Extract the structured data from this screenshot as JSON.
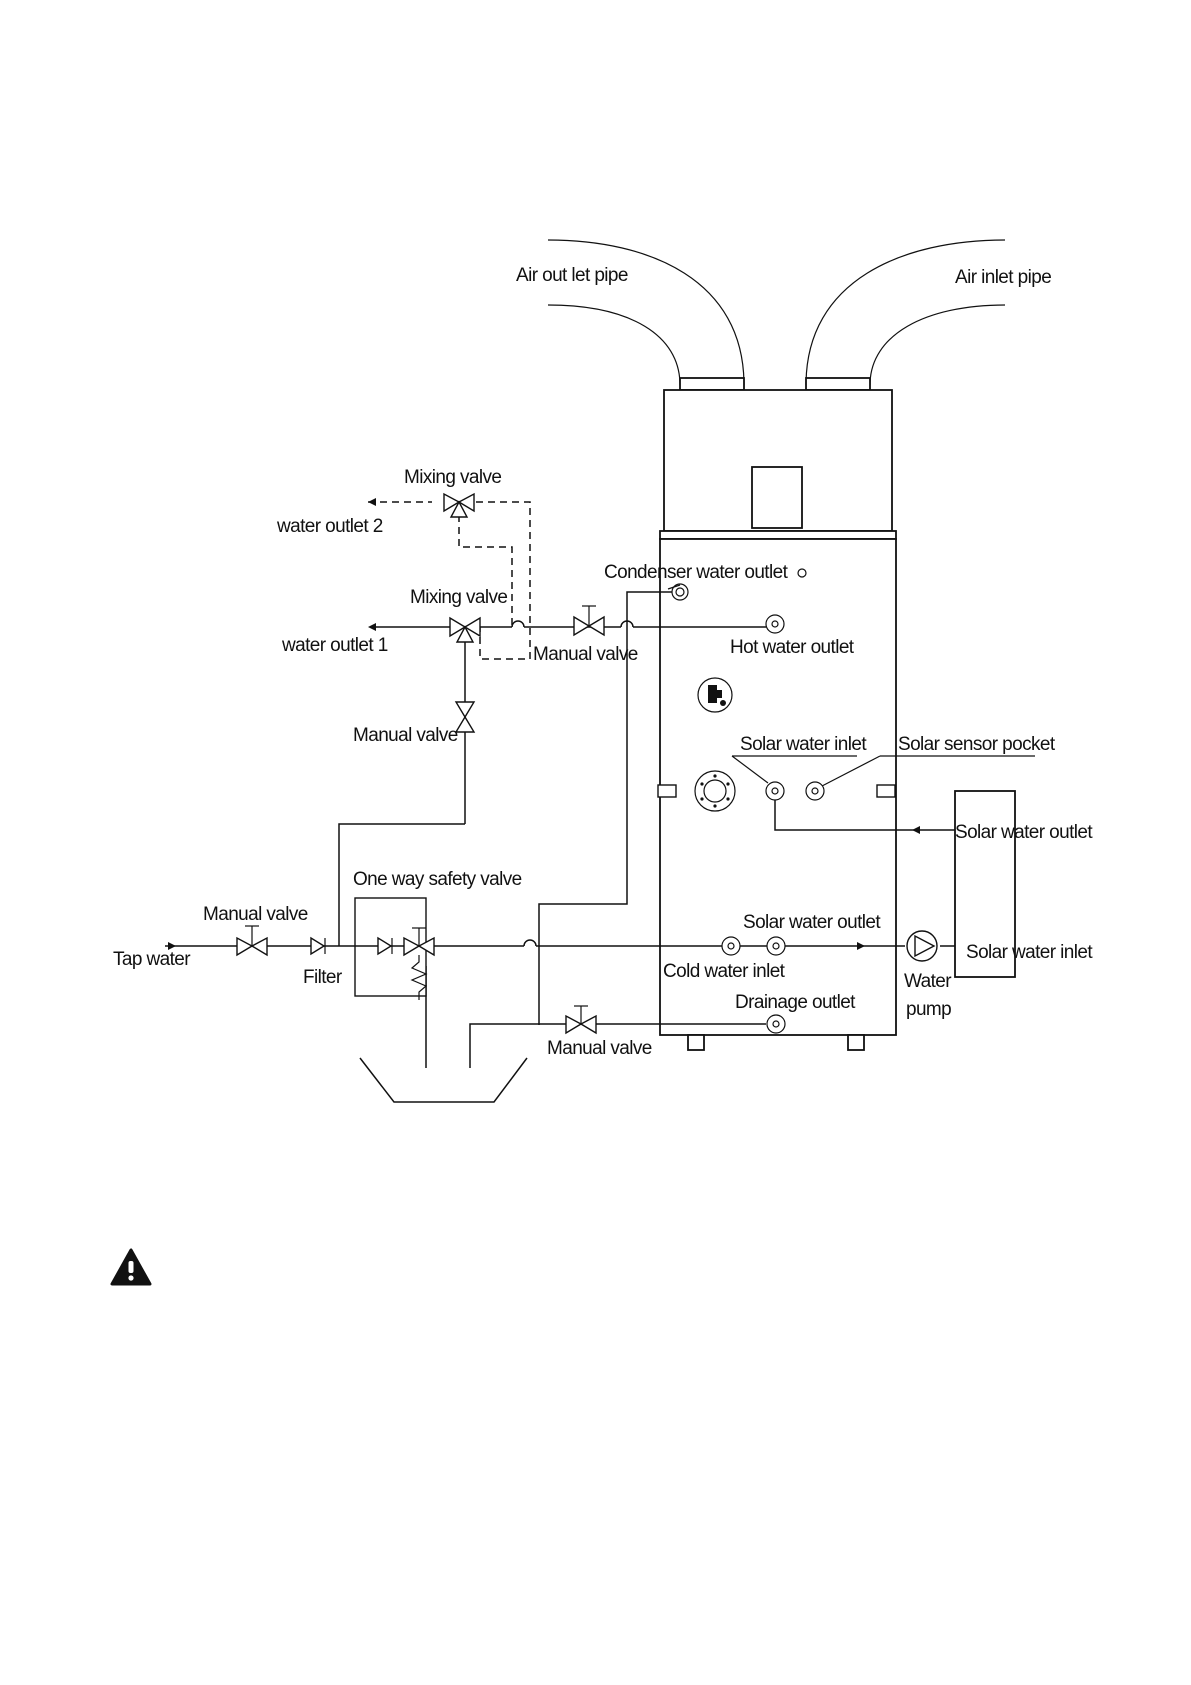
{
  "labels": {
    "air_outlet_pipe": "Air out let pipe",
    "air_inlet_pipe": "Air inlet pipe",
    "mixing_valve_top": "Mixing valve",
    "water_outlet_2": "water outlet 2",
    "mixing_valve_mid": "Mixing valve",
    "water_outlet_1": "water outlet 1",
    "condenser_water_outlet": "Condenser water outlet",
    "manual_valve_hot": "Manual valve",
    "hot_water_outlet": "Hot water outlet",
    "manual_valve_vertical": "Manual valve",
    "solar_water_inlet_tank": "Solar water inlet",
    "solar_sensor_pocket": "Solar sensor pocket",
    "solar_water_outlet_right": "Solar water outlet",
    "one_way_safety_valve": "One way safety valve",
    "manual_valve_tap": "Manual valve",
    "solar_water_outlet_tank": "Solar water outlet",
    "tap_water": "Tap water",
    "filter": "Filter",
    "cold_water_inlet": "Cold water inlet",
    "solar_water_inlet_right": "Solar water inlet",
    "water_pump_1": "Water",
    "water_pump_2": "pump",
    "drainage_outlet": "Drainage outlet",
    "manual_valve_drain": "Manual valve"
  },
  "icons": {
    "warning": "warning-triangle-icon"
  }
}
